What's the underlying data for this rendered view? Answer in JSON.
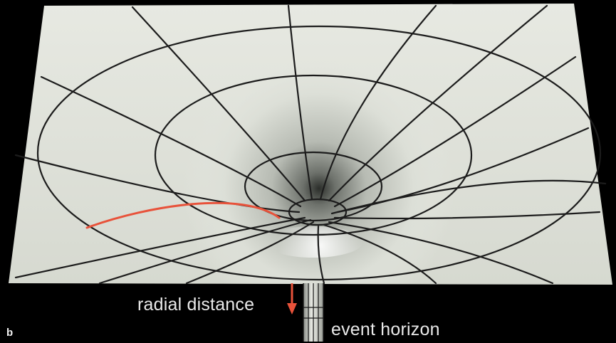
{
  "labels": {
    "radial_distance": "radial distance",
    "event_horizon": "event horizon",
    "panel": "b"
  },
  "colors": {
    "background": "#000000",
    "surface": "#dfe2da",
    "grid_line": "#1c1c1c",
    "trajectory": "#e8523a",
    "label_text": "#e9e9e9"
  },
  "figure": {
    "subject": "curved spacetime funnel around a black hole",
    "radial_lines": 16,
    "rings": 4,
    "arrow_direction": "down"
  }
}
